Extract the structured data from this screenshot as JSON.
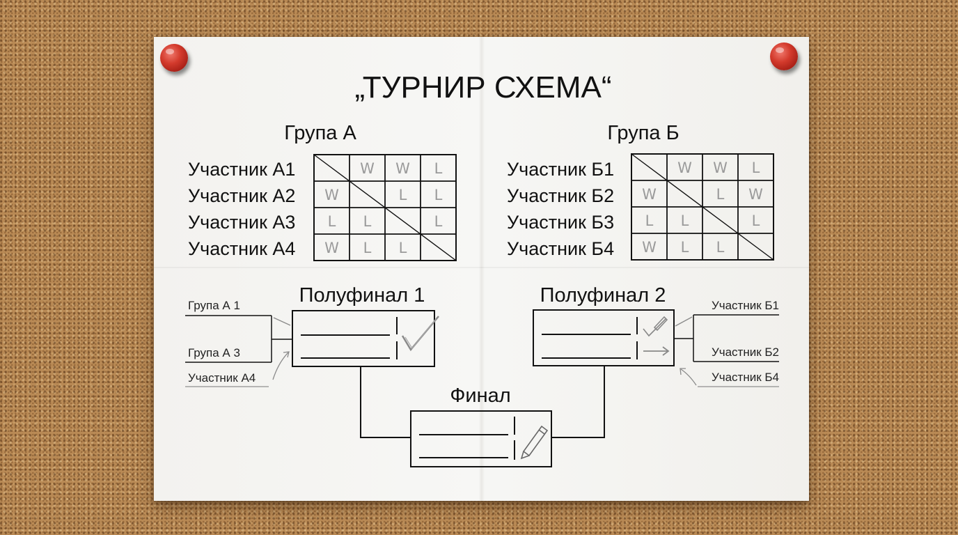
{
  "title": "„ТУРНИР СХЕМА“",
  "groups": [
    {
      "name": "Група А",
      "participants": [
        "Участник А1",
        "Участник А2",
        "Участник А3",
        "Участник А4"
      ],
      "results": [
        [
          "",
          "W",
          "W",
          "L"
        ],
        [
          "W",
          "",
          "L",
          "L"
        ],
        [
          "L",
          "L",
          "",
          "L"
        ],
        [
          "W",
          "L",
          "L",
          ""
        ]
      ]
    },
    {
      "name": "Група Б",
      "participants": [
        "Участник Б1",
        "Участник Б2",
        "Участник Б3",
        "Участник Б4"
      ],
      "results": [
        [
          "",
          "W",
          "W",
          "L"
        ],
        [
          "W",
          "",
          "L",
          "W"
        ],
        [
          "L",
          "L",
          "",
          "L"
        ],
        [
          "W",
          "L",
          "L",
          ""
        ]
      ]
    }
  ],
  "semifinal1": {
    "label": "Полуфинал 1",
    "entries": [
      "Група А 1",
      "Група А 3",
      "Участник А4"
    ]
  },
  "semifinal2": {
    "label": "Полуфинал 2",
    "entries": [
      "Участник Б1",
      "Участник Б2",
      "Участник Б4"
    ]
  },
  "final": {
    "label": "Финал"
  },
  "icons": {
    "semifinal1": "checkmark-icon",
    "semifinal2_top": "pencil-check-icon",
    "semifinal2_bottom": "arrow-right-icon",
    "final": "pencil-icon",
    "pins": "push-pin-icon"
  },
  "colors": {
    "pin": "#d33a2c",
    "paper": "#f5f5f3",
    "ink": "#111111",
    "pencil": "#9a9a9a"
  }
}
